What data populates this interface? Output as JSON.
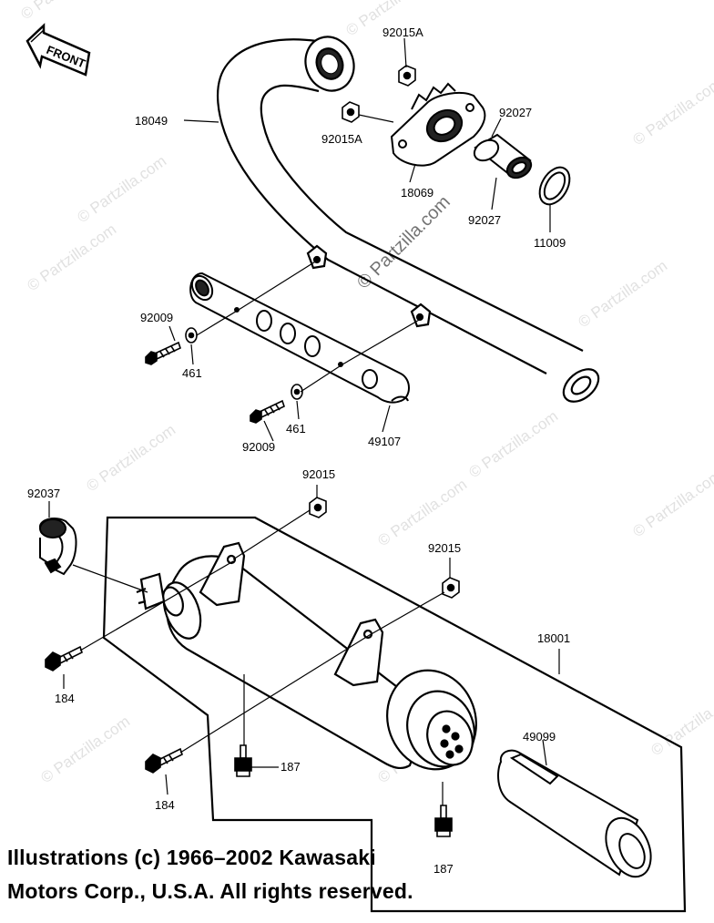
{
  "direction_tag": "FRONT",
  "part_labels": {
    "p_92015A_top": "92015A",
    "p_92015A_mid": "92015A",
    "p_18049": "18049",
    "p_92027_top": "92027",
    "p_92027_bot": "92027",
    "p_18069": "18069",
    "p_11009": "11009",
    "p_92009_a": "92009",
    "p_461_a": "461",
    "p_92009_b": "92009",
    "p_461_b": "461",
    "p_49107": "49107",
    "p_92037": "92037",
    "p_92015_a": "92015",
    "p_92015_b": "92015",
    "p_18001": "18001",
    "p_184_a": "184",
    "p_187_a": "187",
    "p_49099": "49099",
    "p_184_b": "184",
    "p_187_b": "187"
  },
  "watermark": "© Partzilla.com",
  "copyright": {
    "line1": "Illustrations (c) 1966–2002 Kawasaki",
    "line2": "Motors Corp., U.S.A.  All rights reserved."
  }
}
